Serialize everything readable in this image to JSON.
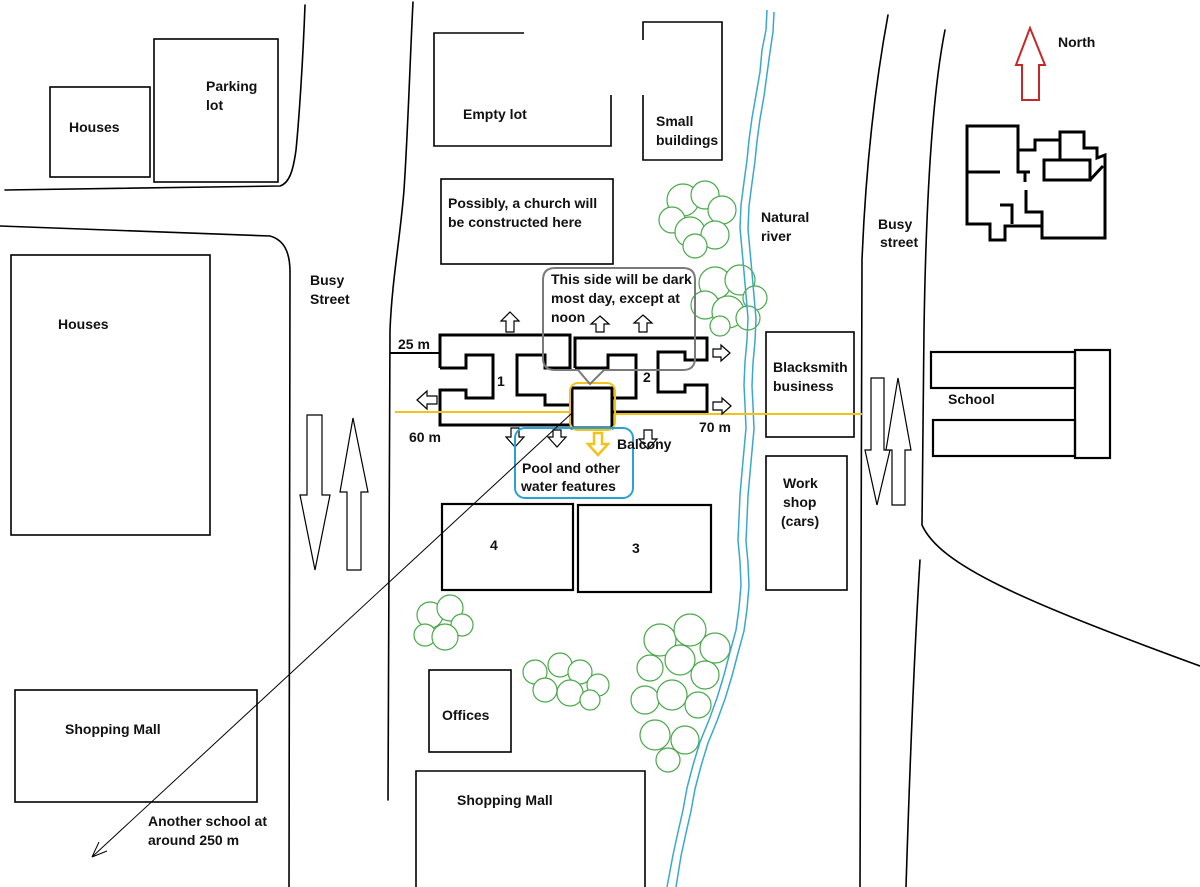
{
  "labels": {
    "houses_top": "Houses",
    "parking_lot": [
      "Parking",
      "lot"
    ],
    "empty_lot": "Empty lot",
    "small_buildings": [
      "Small",
      "buildings"
    ],
    "north": "North",
    "church": [
      "Possibly, a church will",
      "be constructed here"
    ],
    "natural_river": [
      "Natural",
      "river"
    ],
    "busy_street_right": [
      "Busy",
      "street"
    ],
    "busy_street_left": [
      "Busy",
      "Street"
    ],
    "houses_left": "Houses",
    "dark_side_note": [
      "This side will be dark",
      "most day, except at",
      "noon"
    ],
    "dim_25": "25 m",
    "building_1": "1",
    "building_2": "2",
    "blacksmith": [
      "Blacksmith",
      "business"
    ],
    "school": "School",
    "dim_60": "60 m",
    "dim_70": "70 m",
    "balcony": "Balcony",
    "pool": [
      "Pool and other",
      "water features"
    ],
    "workshop": [
      "Work",
      "shop",
      "(cars)"
    ],
    "building_4": "4",
    "building_3": "3",
    "offices": "Offices",
    "shopping_mall_left": "Shopping Mall",
    "shopping_mall_bottom": "Shopping Mall",
    "another_school": [
      "Another school at",
      "around 250 m"
    ]
  },
  "colors": {
    "river": "#3aa8cc",
    "trees": "#4aa84a",
    "north_arrow": "#c62828",
    "highlight_yellow": "#f2c21a",
    "callout_gray": "#7a7a7a",
    "pool_outline": "#2b9fd8"
  }
}
